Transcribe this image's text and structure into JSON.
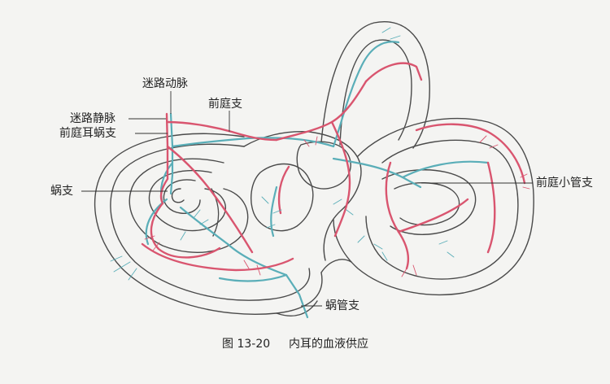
{
  "labels": {
    "mi_lu_dong_mai": "迷路动脉",
    "qian_ting_zhi": "前庭支",
    "mi_lu_jing_mai": "迷路静脉",
    "qian_ting_er_wo_zhi": "前庭耳蜗支",
    "wo_zhi": "蜗支",
    "qian_ting_xiao_guan_zhi": "前庭小管支",
    "wo_guan_zhi": "蜗管支"
  },
  "caption": {
    "figure_number": "图 13-20",
    "title": "内耳的血液供应"
  },
  "colors": {
    "artery": "#d9556f",
    "vein": "#5aaeb8",
    "outline": "#4a4a4a",
    "background": "#f4f4f2"
  }
}
